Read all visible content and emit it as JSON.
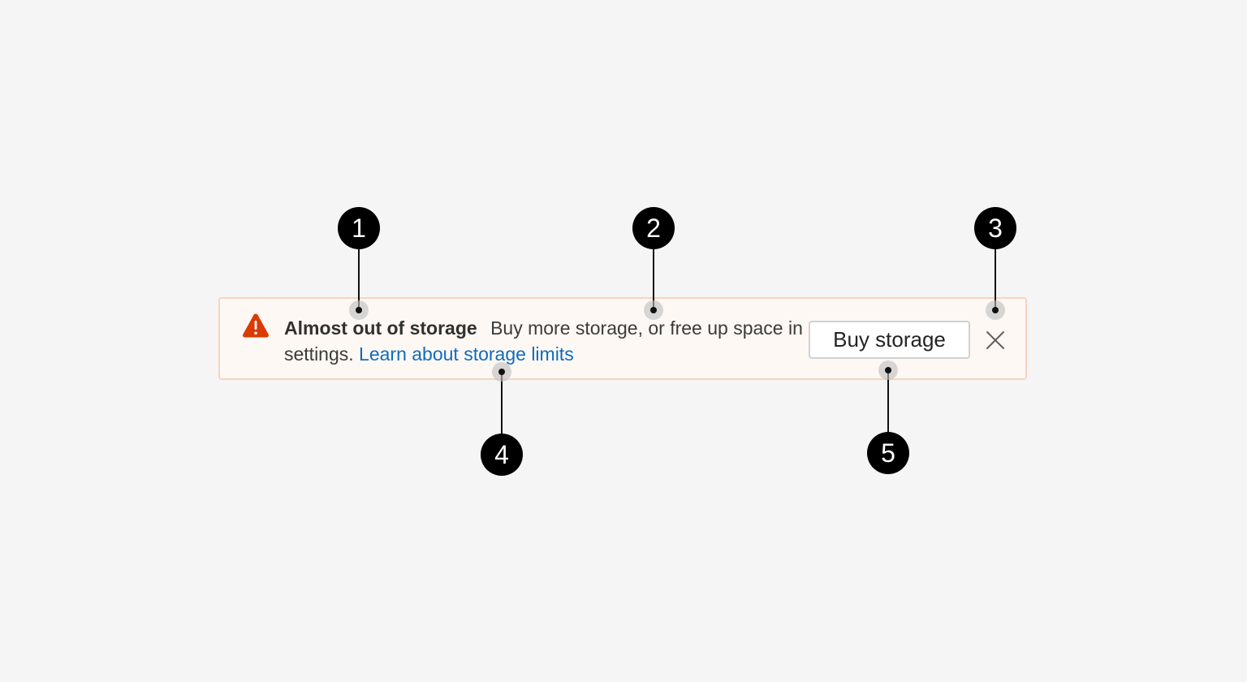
{
  "message_bar": {
    "title": "Almost out of storage",
    "body": "Buy more storage, or free up space in settings.",
    "link_text": "Learn about storage limits",
    "action_label": "Buy storage",
    "icons": {
      "status": "warning-icon",
      "dismiss": "dismiss-icon"
    },
    "colors": {
      "warning": "#da3b01",
      "link": "#0f6cbd",
      "background": "#fdf8f4",
      "border": "#f7d3c0"
    }
  },
  "callouts": [
    "1",
    "2",
    "3",
    "4",
    "5"
  ]
}
